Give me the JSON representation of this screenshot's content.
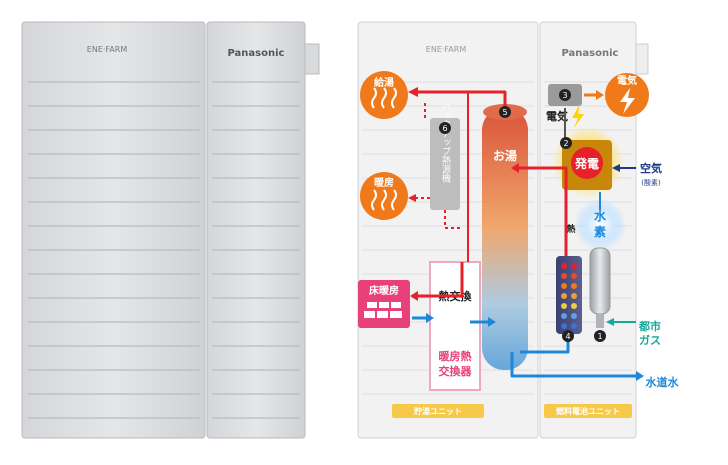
{
  "product": {
    "brand_left": "Panasonic",
    "brand_right": "Panasonic"
  },
  "labels": {
    "hot_water_supply": "給湯",
    "heating": "暖房",
    "floor_heating": "床暖房",
    "heat_exchange": "熱交換",
    "heating_heat_exchanger_1": "暖房熱",
    "heating_heat_exchanger_2": "交換器",
    "backup_heat_source": "バックアップ熱源機",
    "hot_water": "お湯",
    "electricity_top": "電気",
    "electricity_mid": "電気",
    "power_generation": "発電",
    "air": "空気",
    "oxygen": "(酸素)",
    "hydrogen": "水素",
    "heat": "熱",
    "city_gas_1": "都市",
    "city_gas_2": "ガス",
    "tap_water": "水道水",
    "storage_unit": "貯湯ユニット",
    "fuel_cell_unit": "燃料電池ユニット"
  },
  "steps": {
    "n1": "1",
    "n2": "2",
    "n3": "3",
    "n4": "4",
    "n5": "5",
    "n6": "6"
  },
  "colors": {
    "hot": "#e8202a",
    "cold": "#1e88d8",
    "orange": "#f07a1a",
    "pink": "#e8417a",
    "navy": "#1e3a8a",
    "teal": "#16a89a",
    "unit_label_bg": "#f7c948"
  }
}
